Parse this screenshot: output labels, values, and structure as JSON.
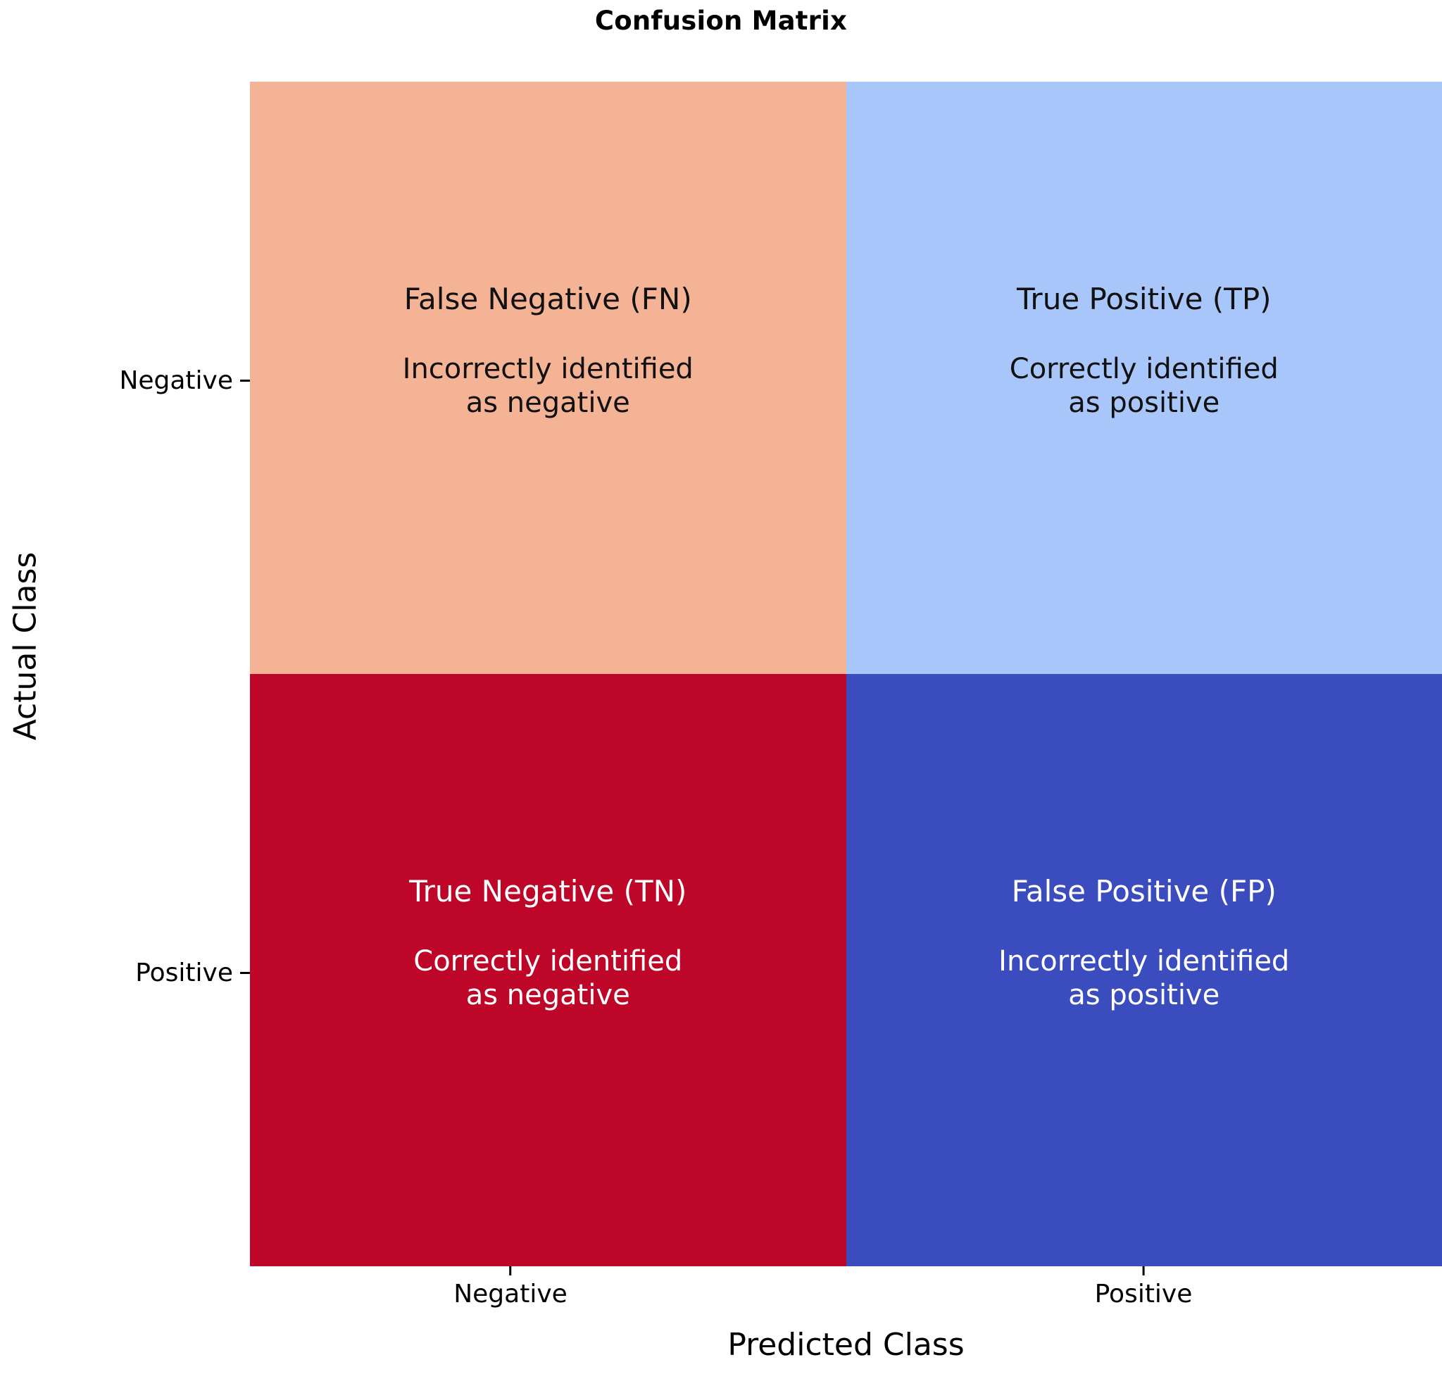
{
  "chart_data": {
    "type": "heatmap",
    "title": "Confusion Matrix",
    "xlabel": "Predicted Class",
    "ylabel": "Actual Class",
    "x_categories": [
      "Negative",
      "Positive"
    ],
    "y_categories": [
      "Negative",
      "Positive"
    ],
    "grid": false,
    "legend": "none",
    "cells": [
      {
        "row": "Negative",
        "col": "Negative",
        "label": "False Negative (FN)",
        "description": "Incorrectly identified\nas negative",
        "fill": "#f5b395",
        "text_color": "#111111"
      },
      {
        "row": "Negative",
        "col": "Positive",
        "label": "True Positive (TP)",
        "description": "Correctly identified\nas positive",
        "fill": "#a8c6fa",
        "text_color": "#111111"
      },
      {
        "row": "Positive",
        "col": "Negative",
        "label": "True Negative (TN)",
        "description": "Correctly identified\nas negative",
        "fill": "#be0728",
        "text_color": "#ffffff"
      },
      {
        "row": "Positive",
        "col": "Positive",
        "label": "False Positive (FP)",
        "description": "Incorrectly identified\nas positive",
        "fill": "#3b4cbf",
        "text_color": "#ffffff"
      }
    ]
  },
  "axes": {
    "y_ticks": [
      "Negative",
      "Positive"
    ],
    "x_ticks": [
      "Negative",
      "Positive"
    ],
    "y_title": "Actual Class",
    "x_title": "Predicted Class"
  },
  "title": "Confusion Matrix"
}
